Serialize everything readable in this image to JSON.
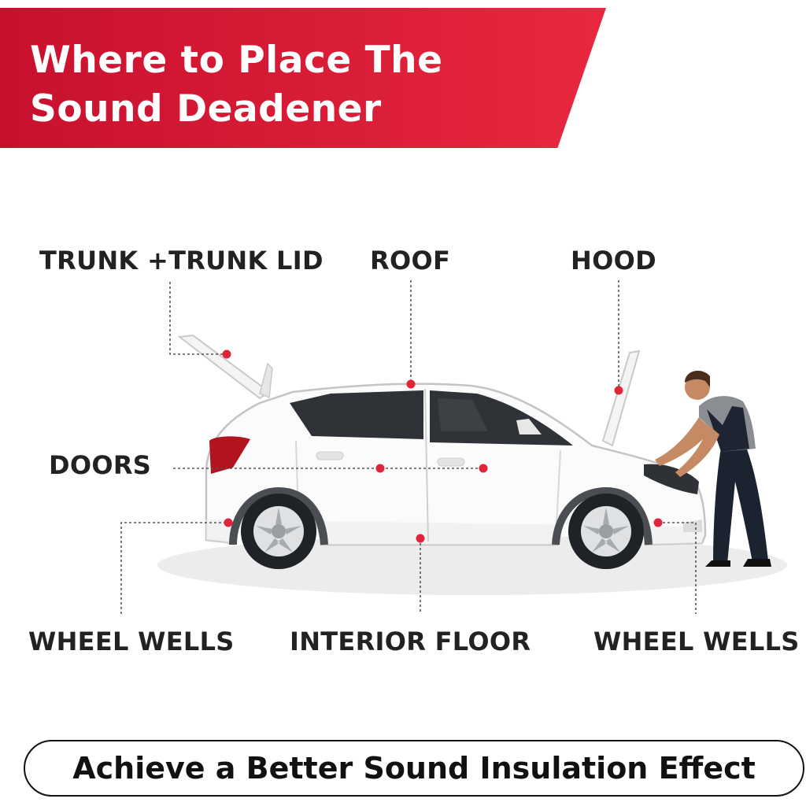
{
  "header": {
    "title_line1": "Where to Place The",
    "title_line2": "Sound Deadener",
    "accent_color": "#d71a33"
  },
  "callouts": {
    "trunk": "TRUNK +TRUNK LID",
    "roof": "ROOF",
    "hood": "HOOD",
    "doors": "DOORS",
    "wheel_wells_rear": "WHEEL WELLS",
    "interior_floor": "INTERIOR FLOOR",
    "wheel_wells_front": "WHEEL WELLS"
  },
  "marker_color": "#e0243a",
  "footer": {
    "tagline": "Achieve a Better Sound Insulation Effect"
  }
}
